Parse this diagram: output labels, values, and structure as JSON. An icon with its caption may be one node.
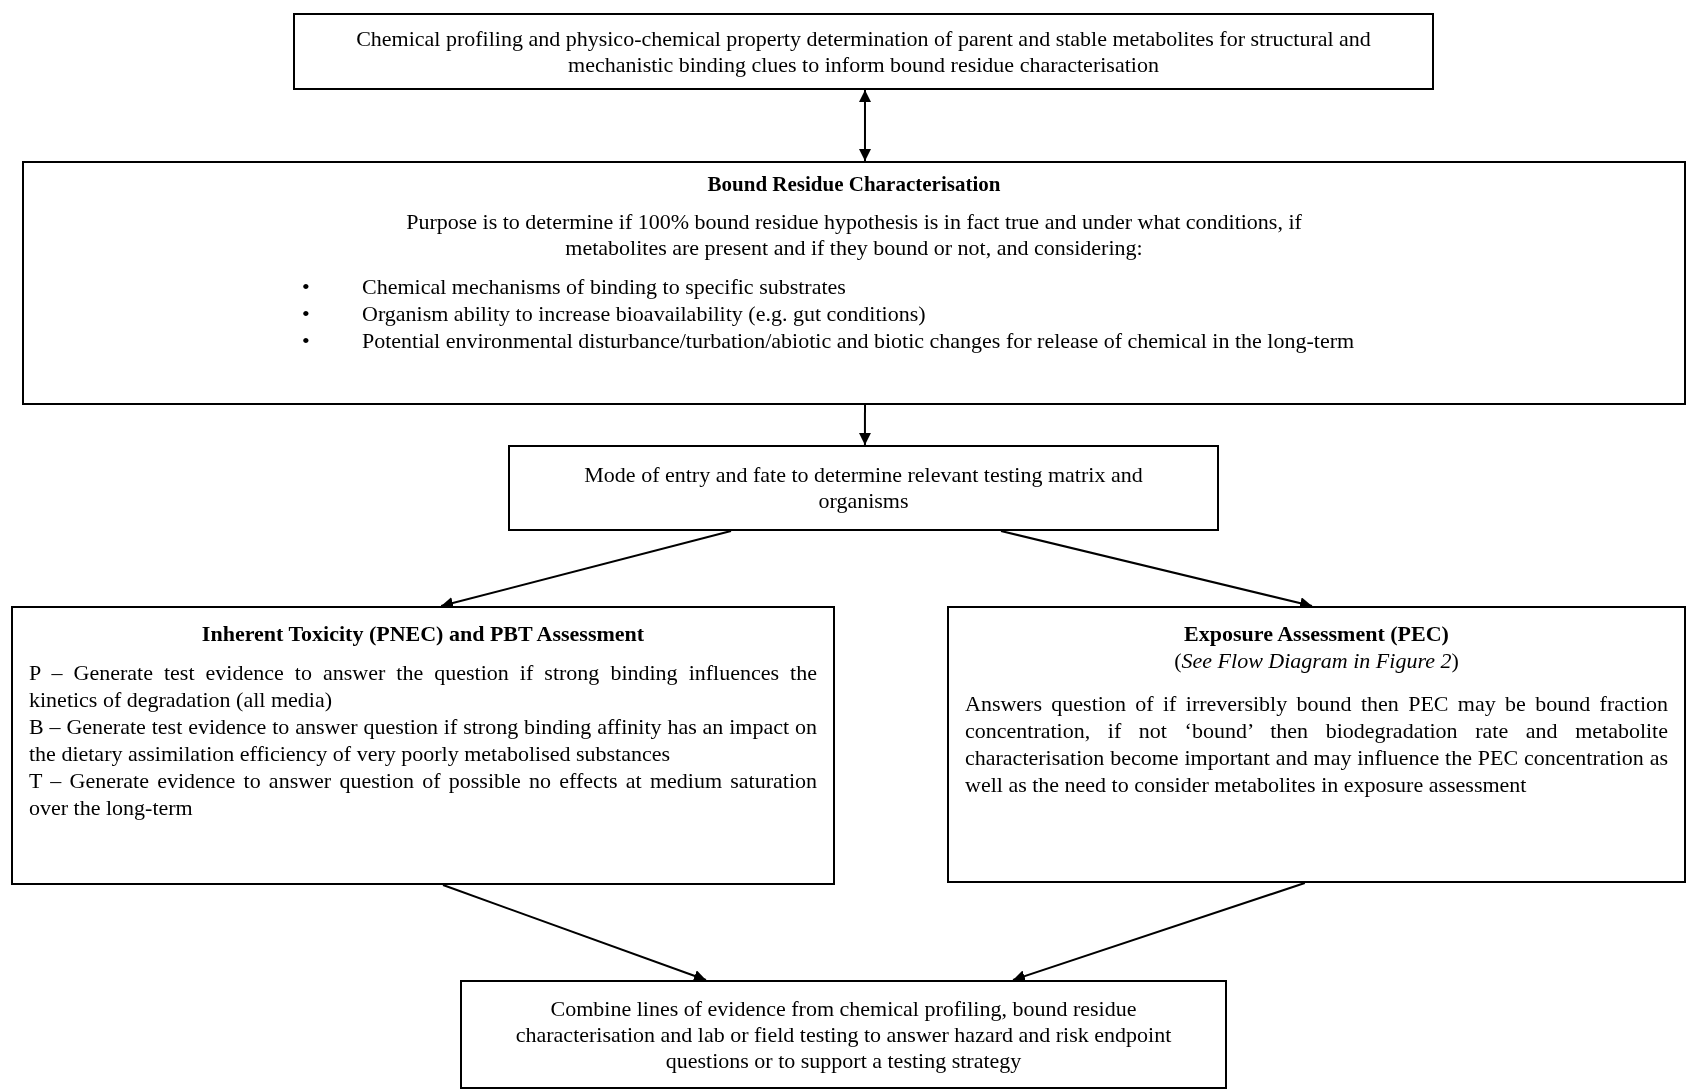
{
  "diagram": {
    "nodes": [
      {
        "text": [
          "Chemical profiling and physico-chemical property determination of parent and stable metabolites for structural and mechanistic binding clues to inform bound residue characterisation"
        ]
      },
      {
        "text": [
          "Bound Residue Characterisation",
          "Purpose is to determine if 100% bound residue hypothesis is in fact true and under what conditions, if metabolites are present and if they bound or not, and considering:",
          "Chemical mechanisms of binding to specific substrates",
          "Organism ability to increase bioavailability (e.g. gut conditions)",
          "Potential environmental disturbance/turbation/abiotic and biotic changes for release of chemical in the long-term"
        ]
      },
      {
        "text": [
          "Mode of entry and fate to determine relevant testing matrix and organisms"
        ]
      },
      {
        "text": [
          "Inherent Toxicity (PNEC) and PBT Assessment",
          "P – Generate test evidence to answer the question if strong binding influences the kinetics of degradation (all media)",
          "B – Generate test evidence to answer question if strong binding affinity has an impact on the dietary assimilation efficiency of very poorly metabolised substances",
          "T – Generate evidence to answer question of possible no effects at medium saturation over the long-term"
        ]
      },
      {
        "text": [
          "Exposure Assessment (PEC)",
          "(*See Flow Diagram in Figure 2*)",
          "Answers question of if irreversibly bound then PEC may be bound fraction concentration, if not ‘bound’ then biodegradation rate and metabolite characterisation become important and may influence the PEC concentration as well as the need to consider metabolites in exposure assessment"
        ]
      },
      {
        "text": [
          "Combine lines of evidence from chemical profiling, bound residue characterisation and lab or field testing to answer hazard and risk endpoint questions or to support a testing strategy"
        ]
      }
    ],
    "edges": [
      {
        "from": 0,
        "to": 1,
        "arrow": "both"
      },
      {
        "from": 1,
        "to": 2,
        "arrow": "to"
      },
      {
        "from": 2,
        "to": 3,
        "arrow": "to"
      },
      {
        "from": 2,
        "to": 4,
        "arrow": "to"
      },
      {
        "from": 3,
        "to": 5,
        "arrow": "to"
      },
      {
        "from": 4,
        "to": 5,
        "arrow": "to"
      }
    ],
    "labels": [
      "•",
      "•",
      "•"
    ]
  }
}
